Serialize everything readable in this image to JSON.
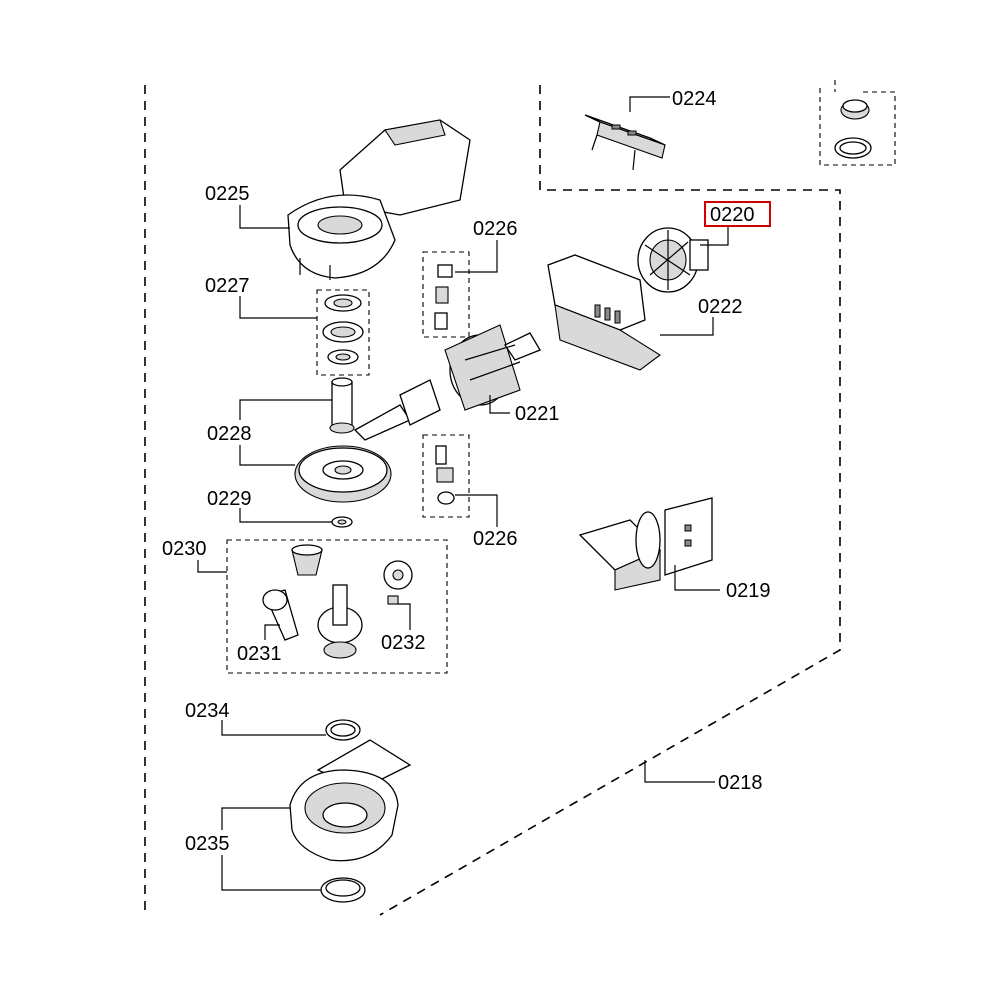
{
  "parts": [
    {
      "key": "p0224",
      "label": "0224"
    },
    {
      "key": "p0220",
      "label": "0220",
      "highlighted": true
    },
    {
      "key": "p0225",
      "label": "0225"
    },
    {
      "key": "p0226a",
      "label": "0226"
    },
    {
      "key": "p0227",
      "label": "0227"
    },
    {
      "key": "p0222",
      "label": "0222"
    },
    {
      "key": "p0221",
      "label": "0221"
    },
    {
      "key": "p0228",
      "label": "0228"
    },
    {
      "key": "p0229",
      "label": "0229"
    },
    {
      "key": "p0226b",
      "label": "0226"
    },
    {
      "key": "p0230",
      "label": "0230"
    },
    {
      "key": "p0219",
      "label": "0219"
    },
    {
      "key": "p0231",
      "label": "0231"
    },
    {
      "key": "p0232",
      "label": "0232"
    },
    {
      "key": "p0234",
      "label": "0234"
    },
    {
      "key": "p0218",
      "label": "0218"
    },
    {
      "key": "p0235",
      "label": "0235"
    }
  ],
  "colors": {
    "highlight": "#d40000",
    "line": "#000000",
    "shade": "#d9d9d9"
  }
}
